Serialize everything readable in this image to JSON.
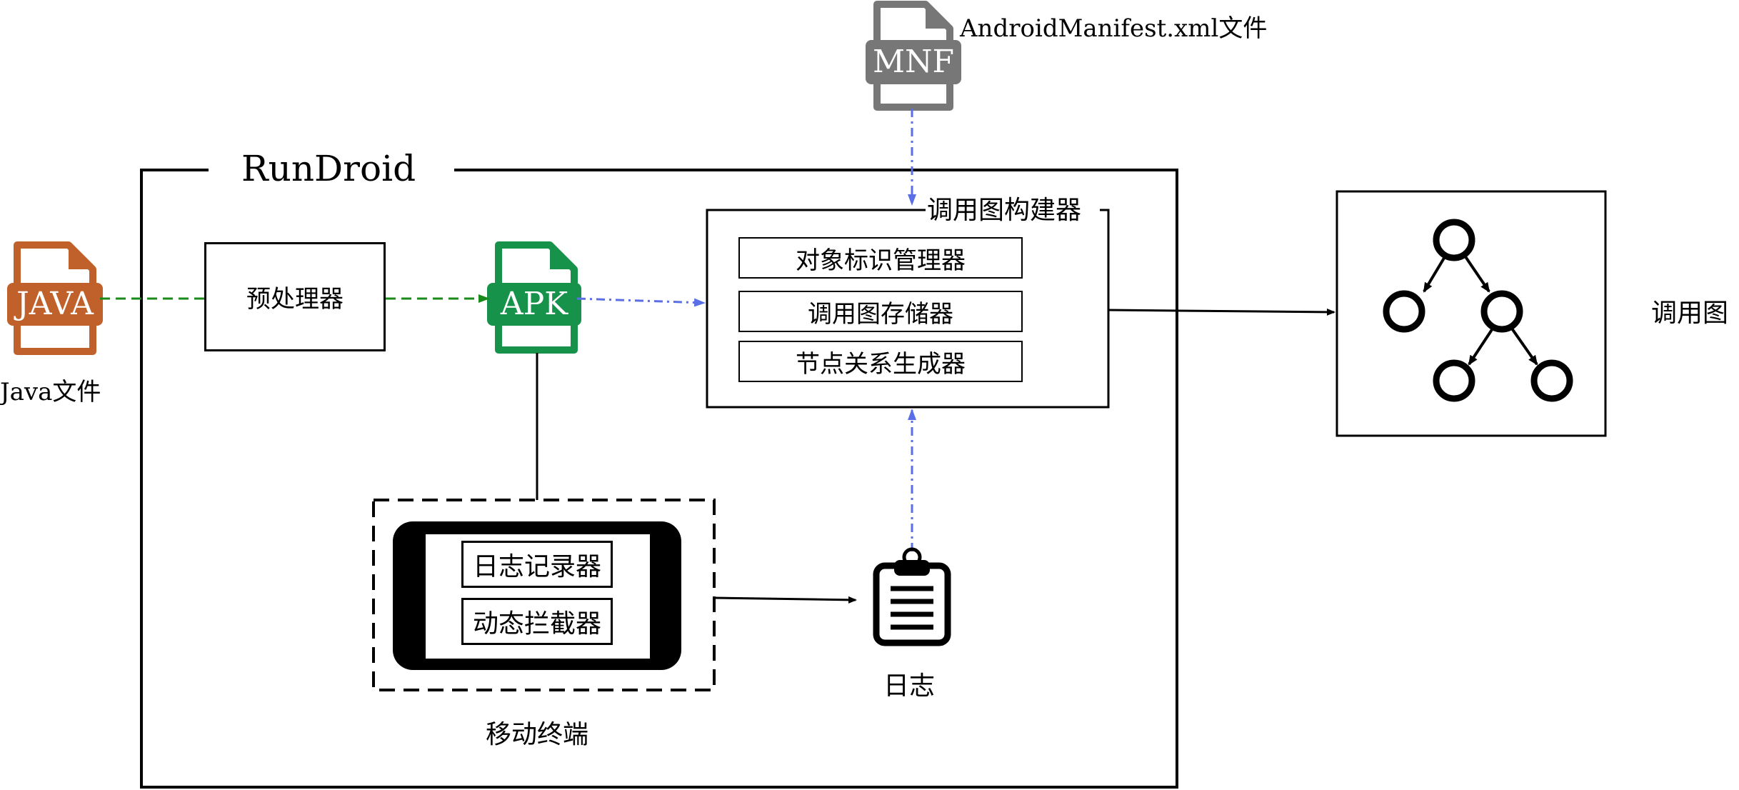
{
  "system": {
    "title": "RunDroid"
  },
  "inputs": {
    "java_icon_text": "JAVA",
    "java_label": "Java文件",
    "manifest_icon_text": "MNF",
    "manifest_label": "AndroidManifest.xml文件"
  },
  "preprocessor": {
    "label": "预处理器"
  },
  "apk": {
    "icon_text": "APK"
  },
  "builder": {
    "title": "调用图构建器",
    "components": [
      "对象标识管理器",
      "调用图存储器",
      "节点关系生成器"
    ]
  },
  "mobile": {
    "components": [
      "日志记录器",
      "动态拦截器"
    ],
    "label": "移动终端"
  },
  "log": {
    "label": "日志"
  },
  "output": {
    "label": "调用图"
  },
  "colors": {
    "java": "#c0602a",
    "apk": "#17924a",
    "manifest": "#777777",
    "green_arrow": "#1a8a1a",
    "blue_arrow": "#5a6fe6",
    "line": "#000000"
  }
}
